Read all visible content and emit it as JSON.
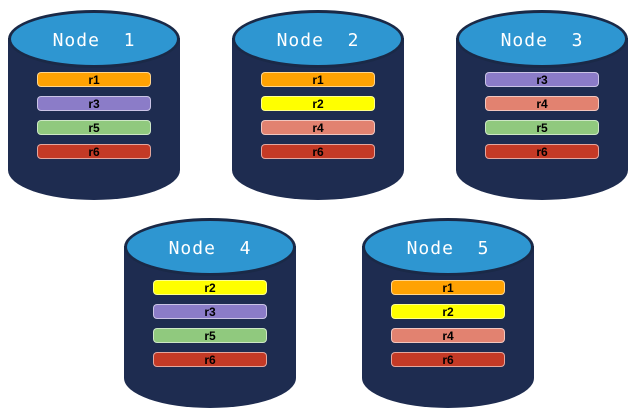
{
  "diagram": {
    "description": "Database replication diagram with five nodes and replicated records",
    "background_color": "#FFFFFF",
    "cylinder": {
      "body_color": "#1E2C50",
      "top_color": "#2E96D1",
      "outline_color": "#1A2947",
      "label_color": "#FFFFFF"
    },
    "record_text_color": "#000000",
    "record_colors": {
      "r1": "#FFA203",
      "r2": "#FFFF00",
      "r3": "#8B7CC8",
      "r4": "#E28270",
      "r5": "#90C97E",
      "r6": "#C43A26"
    },
    "nodes": [
      {
        "label": "Node  1",
        "row": "top",
        "records": [
          "r1",
          "r3",
          "r5",
          "r6"
        ]
      },
      {
        "label": "Node  2",
        "row": "top",
        "records": [
          "r1",
          "r2",
          "r4",
          "r6"
        ]
      },
      {
        "label": "Node  3",
        "row": "top",
        "records": [
          "r3",
          "r4",
          "r5",
          "r6"
        ]
      },
      {
        "label": "Node  4",
        "row": "bottom",
        "records": [
          "r2",
          "r3",
          "r5",
          "r6"
        ]
      },
      {
        "label": "Node  5",
        "row": "bottom",
        "records": [
          "r1",
          "r2",
          "r4",
          "r6"
        ]
      }
    ]
  }
}
